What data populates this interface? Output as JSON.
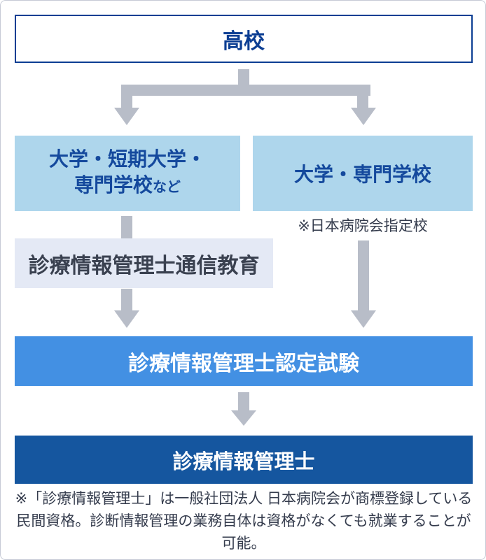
{
  "diagram": {
    "top_box": {
      "label": "高校"
    },
    "left_box": {
      "line1": "大学・短期大学・",
      "line2": "専門学校",
      "line2_suffix": "など"
    },
    "right_box": {
      "label": "大学・専門学校"
    },
    "designated_note": "※日本病院会指定校",
    "correspondence_box": {
      "label": "診療情報管理士通信教育"
    },
    "exam_box": {
      "label": "診療情報管理士認定試験"
    },
    "final_box": {
      "label": "診療情報管理士"
    },
    "footer_note": "※「診療情報管理士」は一般社団法人 日本病院会が商標登録している民間資格。診断情報管理の業務自体は資格がなくても就業することが可能。"
  },
  "colors": {
    "primary_navy": "#0c3e93",
    "light_blue_box": "#aed6ec",
    "light_blue_text": "#14499d",
    "pale_blue_box": "#e4e9f5",
    "pale_box_text": "#3a4150",
    "medium_blue_box": "#4390e3",
    "dark_blue_box": "#15569f",
    "arrow_gray": "#b8bdc8",
    "note_text": "#353c4d",
    "page_border": "#c6cad6"
  },
  "icons": {
    "branch_arrow": "split-down-arrow",
    "down_arrow": "down-arrow"
  }
}
